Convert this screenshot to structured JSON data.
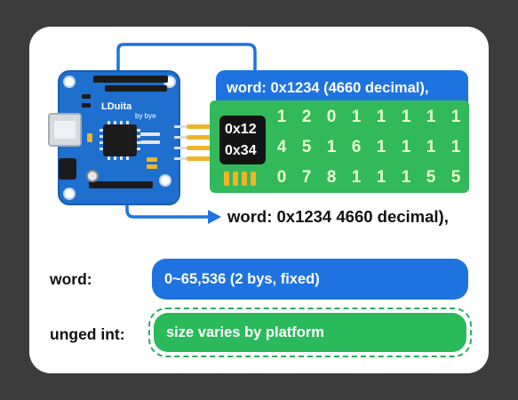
{
  "board": {
    "brand": "LDuita",
    "by": "by bye"
  },
  "banner": {
    "text": "word: 0x1234 (4660 decimal),"
  },
  "chip": {
    "line1": "0x12",
    "line2": "0x34"
  },
  "grid": {
    "rows": [
      [
        "1",
        "2",
        "0",
        "1",
        "1",
        "1",
        "1",
        "1"
      ],
      [
        "4",
        "5",
        "1",
        "6",
        "1",
        "1",
        "1",
        "1"
      ],
      [
        "0",
        "7",
        "8",
        "1",
        "1",
        "1",
        "5",
        "5"
      ]
    ]
  },
  "caption": {
    "text": "word: 0x1234 4660 decimal),"
  },
  "rows": {
    "word_label": "word:",
    "word_value": "0~65,536 (2 bys, fixed)",
    "int_label": "unged int:",
    "int_value": "size varies by platform"
  },
  "colors": {
    "background": "#3c3c3c",
    "card": "#ffffff",
    "blue": "#1e73e0",
    "green": "#2ab95b",
    "board": "#1f6fcf",
    "pins": "#f0b429"
  },
  "icons": [
    "arrow-right-icon",
    "microcontroller-icon",
    "usb-port-icon"
  ]
}
